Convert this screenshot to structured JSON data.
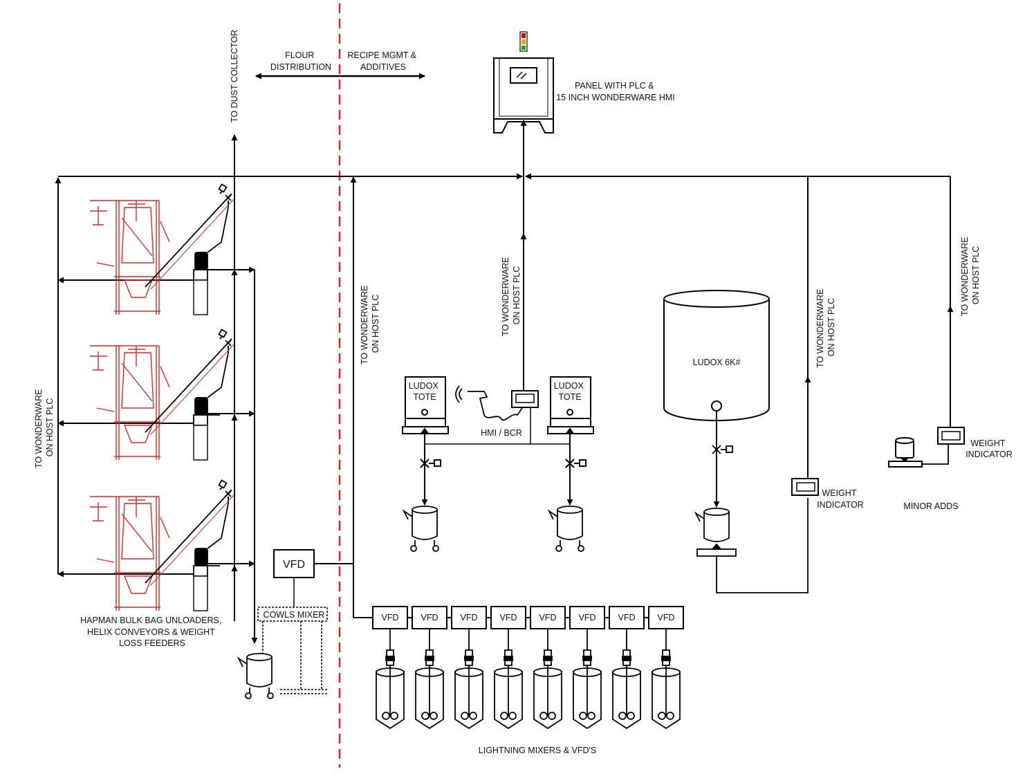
{
  "labels": {
    "to_dust_collector": "TO DUST COLLECTOR",
    "flour_distribution": [
      "FLOUR",
      "DISTRIBUTION"
    ],
    "recipe_mgmt": [
      "RECIPE MGMT &",
      "ADDITIVES"
    ],
    "panel": [
      "PANEL WITH PLC &",
      "15 INCH WONDERWARE HMI"
    ],
    "to_wonderware_left": [
      "TO WONDERWARE",
      "ON HOST PLC"
    ],
    "to_wonderware_mid": [
      "TO WONDERWARE",
      "ON HOST PLC"
    ],
    "to_wonderware_hmi": [
      "TO WONDERWARE",
      "ON HOST PLC"
    ],
    "to_wonderware_right1": [
      "TO WONDERWARE",
      "ON HOST PLC"
    ],
    "to_wonderware_right2": [
      "TO WONDERWARE",
      "ON HOST PLC"
    ],
    "ludox_tote_1": [
      "LUDOX",
      "TOTE"
    ],
    "ludox_tote_2": [
      "LUDOX",
      "TOTE"
    ],
    "hmi_bcr": "HMI / BCR",
    "ludox_tank": "LUDOX 6K#",
    "weight_indicator_1": [
      "WEIGHT",
      "INDICATOR"
    ],
    "weight_indicator_2": [
      "WEIGHT",
      "INDICATOR"
    ],
    "minor_adds": "MINOR ADDS",
    "hapman": [
      "HAPMAN BULK BAG UNLOADERS,",
      "HELIX CONVEYORS & WEIGHT",
      "LOSS FEEDERS"
    ],
    "vfd_big": "VFD",
    "cowls_mixer": "COWLS MIXER",
    "vfd_row": [
      "VFD",
      "VFD",
      "VFD",
      "VFD",
      "VFD",
      "VFD",
      "VFD",
      "VFD"
    ],
    "lightning": "LIGHTNING MIXERS & VFD'S"
  },
  "colors": {
    "line": "#000000",
    "divider": "#e02020",
    "equipment_red": "#d62828",
    "signal_red": "#d40000",
    "signal_amber": "#e8a400",
    "signal_green": "#20a020"
  }
}
